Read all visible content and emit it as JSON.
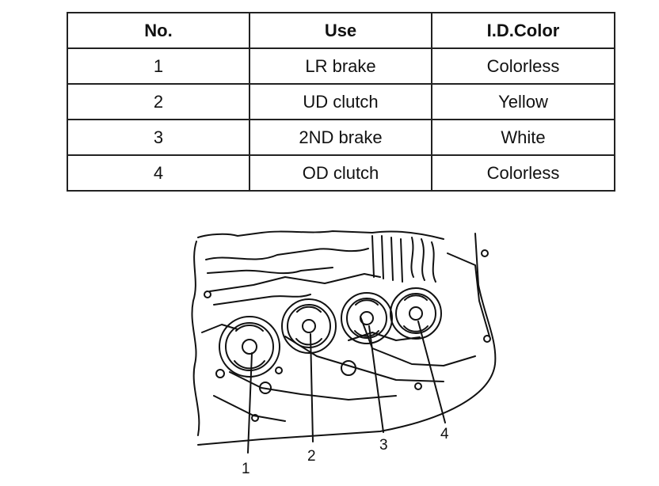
{
  "table": {
    "headers": [
      "No.",
      "Use",
      "I.D.Color"
    ],
    "rows": [
      [
        "1",
        "LR brake",
        "Colorless"
      ],
      [
        "2",
        "UD clutch",
        "Yellow"
      ],
      [
        "3",
        "2ND brake",
        "White"
      ],
      [
        "4",
        "OD clutch",
        "Colorless"
      ]
    ]
  },
  "diagram": {
    "callouts": [
      "1",
      "2",
      "3",
      "4"
    ]
  }
}
